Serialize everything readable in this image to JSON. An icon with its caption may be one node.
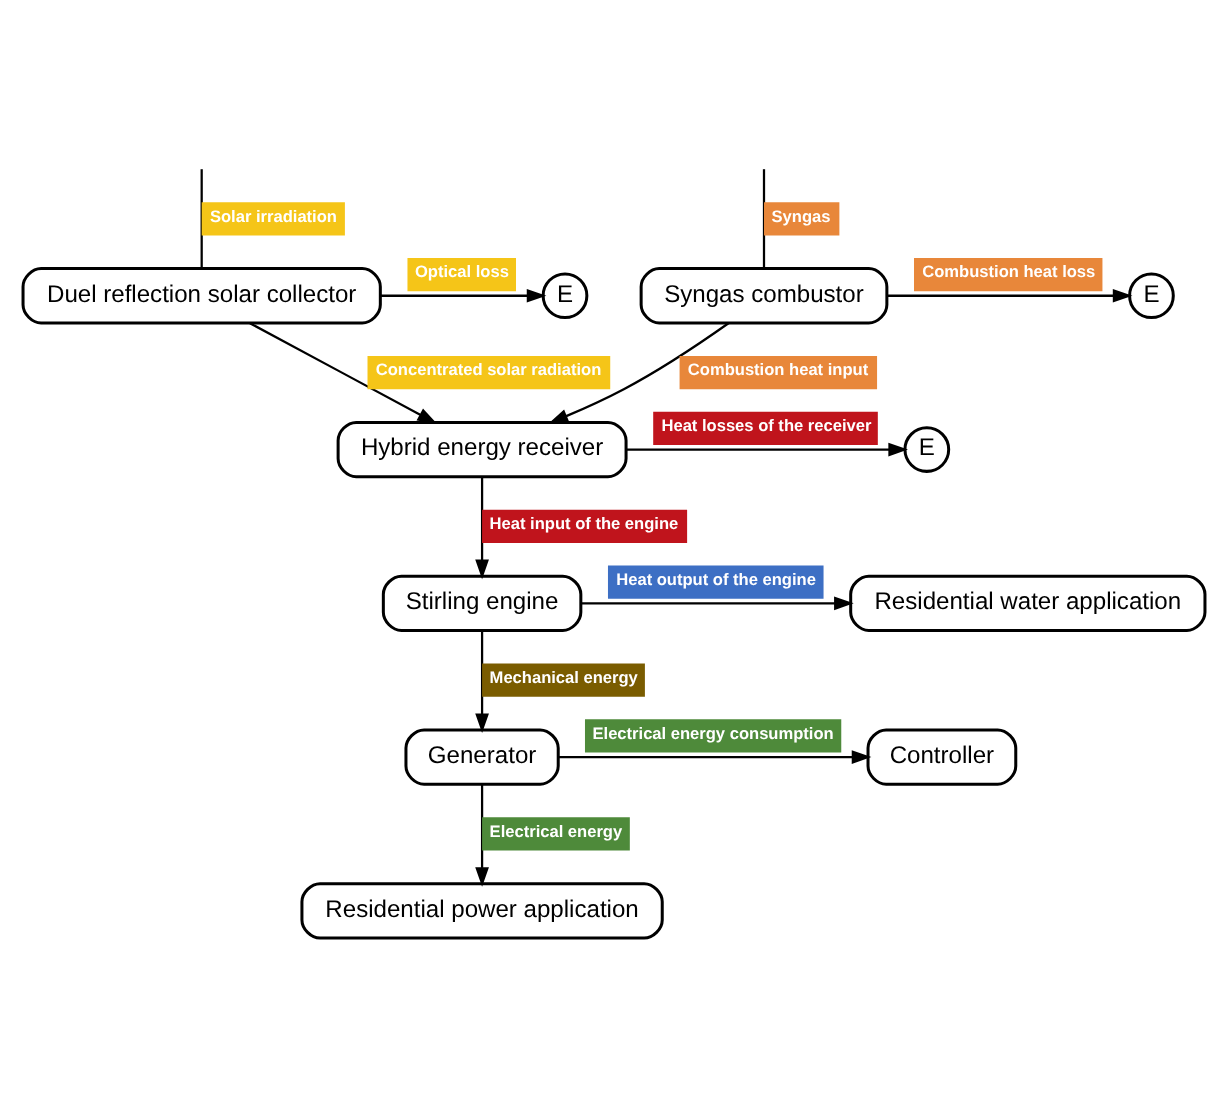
{
  "diagram": {
    "nodes": [
      {
        "text": [
          "Syngas combustor"
        ]
      },
      {
        "text": [
          "Duel reflection solar collector"
        ]
      },
      {
        "text": [
          "Hybrid energy receiver"
        ]
      },
      {
        "text": [
          "Stirling engine"
        ]
      },
      {
        "text": [
          "Residential water application"
        ]
      },
      {
        "text": [
          "Generator"
        ]
      },
      {
        "text": [
          "Controller"
        ]
      },
      {
        "text": [
          "Residential power application"
        ]
      },
      {
        "text": [
          "E"
        ]
      },
      {
        "text": [
          "E"
        ]
      },
      {
        "text": [
          "E"
        ]
      }
    ],
    "edges": [
      {
        "from": null,
        "to": 0,
        "arrow": "none",
        "label": "Syngas"
      },
      {
        "from": null,
        "to": 1,
        "arrow": "none",
        "label": "Solar irradiation"
      },
      {
        "from": 0,
        "to": 8,
        "arrow": "to",
        "label": "Combustion heat loss"
      },
      {
        "from": 1,
        "to": 9,
        "arrow": "to",
        "label": "Optical loss"
      },
      {
        "from": 0,
        "to": 2,
        "arrow": "to",
        "label": "Combustion heat input"
      },
      {
        "from": 1,
        "to": 2,
        "arrow": "to",
        "label": "Concentrated solar radiation"
      },
      {
        "from": 2,
        "to": 10,
        "arrow": "to",
        "label": "Heat losses of the receiver"
      },
      {
        "from": 2,
        "to": 3,
        "arrow": "to",
        "label": "Heat input of the engine"
      },
      {
        "from": 3,
        "to": 4,
        "arrow": "to",
        "label": "Heat output of the engine"
      },
      {
        "from": 3,
        "to": 5,
        "arrow": "to",
        "label": "Mechanical energy"
      },
      {
        "from": 5,
        "to": 6,
        "arrow": "to",
        "label": "Electrical energy consumption"
      },
      {
        "from": 5,
        "to": 7,
        "arrow": "to",
        "label": "Electrical energy"
      }
    ]
  }
}
